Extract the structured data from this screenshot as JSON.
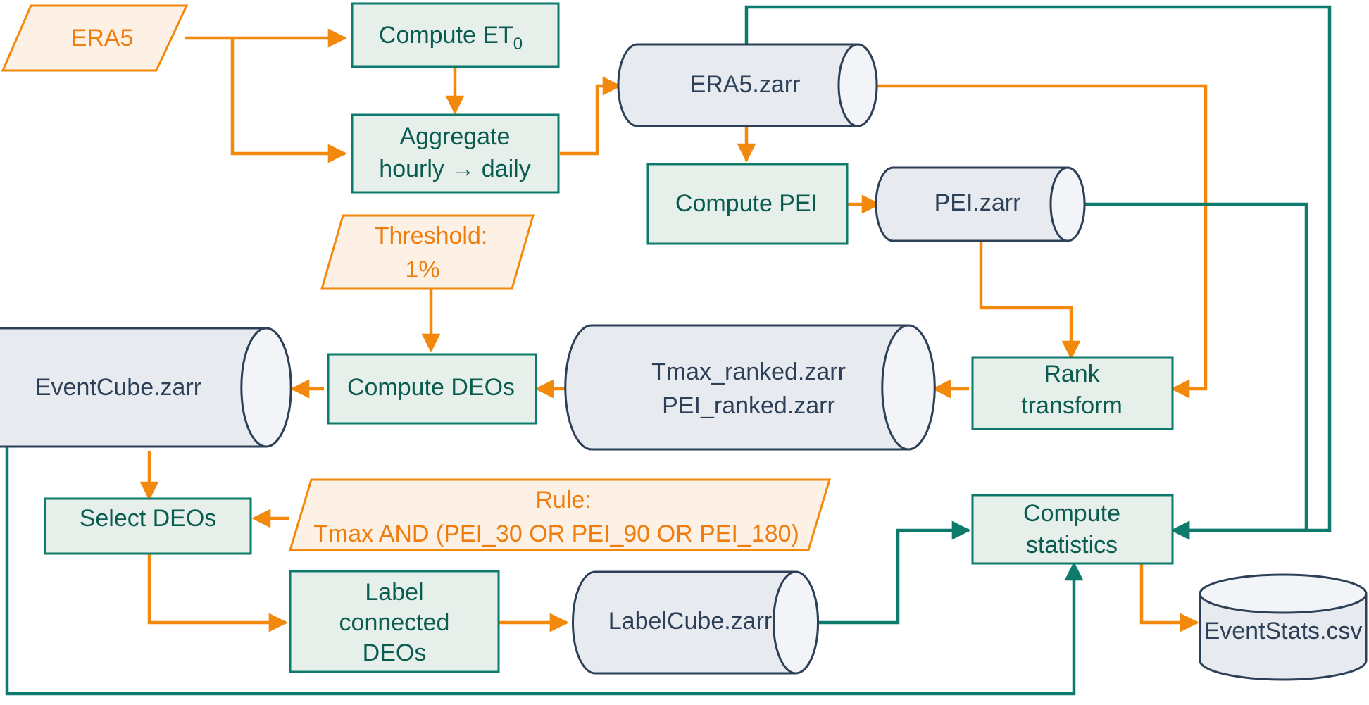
{
  "diagram": {
    "title": "Drought and heat extreme event processing workflow",
    "colors": {
      "process_fill": "#e6efea",
      "process_stroke": "#0d7a6c",
      "process_text": "#0b5c50",
      "store_fill": "#e7ebf0",
      "store_stroke": "#2e4058",
      "store_text": "#2e4058",
      "io_fill": "#fdf0e4",
      "io_stroke": "#f2890d",
      "io_text": "#ef7d0e",
      "edge_orange": "#f2890d",
      "edge_teal": "#0d7a6c",
      "background": "#ffffff"
    },
    "nodes": {
      "era5_input": {
        "label": "ERA5",
        "type": "io-parallelogram"
      },
      "compute_et0": {
        "label": "Compute ET",
        "sub": "0",
        "type": "process"
      },
      "aggregate": {
        "line1": "Aggregate",
        "line2": "hourly → daily",
        "type": "process"
      },
      "era5_zarr": {
        "label": "ERA5.zarr",
        "type": "datastore-cylinder"
      },
      "compute_pei": {
        "label": "Compute PEI",
        "type": "process"
      },
      "pei_zarr": {
        "label": "PEI.zarr",
        "type": "datastore-cylinder"
      },
      "threshold": {
        "line1": "Threshold:",
        "line2": "1%",
        "type": "io-parallelogram"
      },
      "rank_transform": {
        "line1": "Rank",
        "line2": "transform",
        "type": "process"
      },
      "ranked_zarr": {
        "line1": "Tmax_ranked.zarr",
        "line2": "PEI_ranked.zarr",
        "type": "datastore-cylinder"
      },
      "compute_deos": {
        "label": "Compute DEOs",
        "type": "process"
      },
      "eventcube_zarr": {
        "label": "EventCube.zarr",
        "type": "datastore-cylinder"
      },
      "select_deos": {
        "label": "Select DEOs",
        "type": "process"
      },
      "rule": {
        "line1": "Rule:",
        "line2": "Tmax AND (PEI_30 OR PEI_90 OR PEI_180)",
        "type": "io-parallelogram"
      },
      "label_connected": {
        "line1": "Label",
        "line2": "connected",
        "line3": "DEOs",
        "type": "process"
      },
      "labelcube_zarr": {
        "label": "LabelCube.zarr",
        "type": "datastore-cylinder"
      },
      "compute_statistics": {
        "line1": "Compute",
        "line2": "statistics",
        "type": "process"
      },
      "eventstats_csv": {
        "label": "EventStats.csv",
        "type": "database-cylinder"
      }
    },
    "edges": [
      {
        "from": "era5_input",
        "to": "compute_et0",
        "color": "orange"
      },
      {
        "from": "era5_input",
        "to": "aggregate",
        "color": "orange"
      },
      {
        "from": "compute_et0",
        "to": "aggregate",
        "color": "orange"
      },
      {
        "from": "aggregate",
        "to": "era5_zarr",
        "color": "orange"
      },
      {
        "from": "era5_zarr",
        "to": "compute_pei",
        "color": "orange"
      },
      {
        "from": "compute_pei",
        "to": "pei_zarr",
        "color": "orange"
      },
      {
        "from": "era5_zarr",
        "to": "rank_transform",
        "color": "orange"
      },
      {
        "from": "pei_zarr",
        "to": "rank_transform",
        "color": "orange"
      },
      {
        "from": "rank_transform",
        "to": "ranked_zarr",
        "color": "orange"
      },
      {
        "from": "ranked_zarr",
        "to": "compute_deos",
        "color": "orange"
      },
      {
        "from": "threshold",
        "to": "compute_deos",
        "color": "orange"
      },
      {
        "from": "compute_deos",
        "to": "eventcube_zarr",
        "color": "orange"
      },
      {
        "from": "eventcube_zarr",
        "to": "select_deos",
        "color": "orange"
      },
      {
        "from": "rule",
        "to": "select_deos",
        "color": "orange"
      },
      {
        "from": "select_deos",
        "to": "label_connected",
        "color": "orange"
      },
      {
        "from": "label_connected",
        "to": "labelcube_zarr",
        "color": "orange"
      },
      {
        "from": "labelcube_zarr",
        "to": "compute_statistics",
        "color": "teal"
      },
      {
        "from": "era5_zarr",
        "to": "compute_statistics",
        "color": "teal"
      },
      {
        "from": "pei_zarr",
        "to": "compute_statistics",
        "color": "teal"
      },
      {
        "from": "eventcube_zarr",
        "to": "compute_statistics",
        "color": "teal"
      },
      {
        "from": "compute_statistics",
        "to": "eventstats_csv",
        "color": "orange"
      }
    ]
  }
}
